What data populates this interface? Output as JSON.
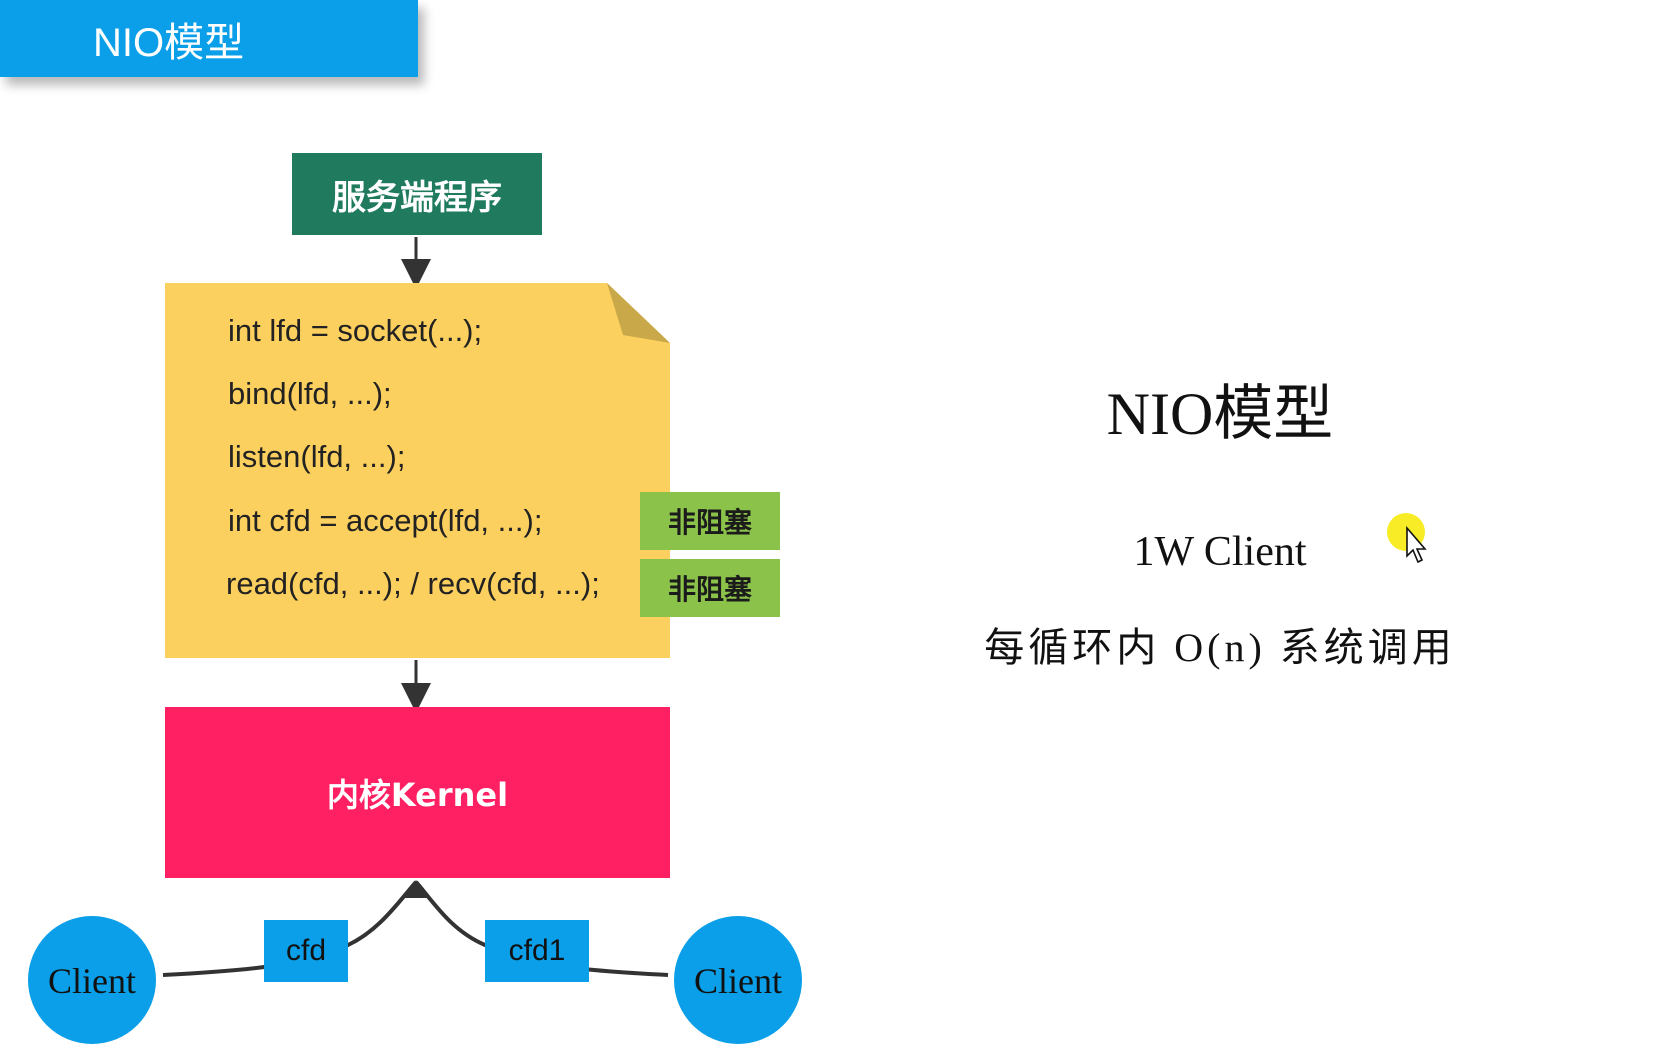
{
  "title_bar": {
    "label": "NIO模型"
  },
  "diagram": {
    "server_label": "服务端程序",
    "code_lines": [
      "int lfd = socket(...);",
      "bind(lfd, ...);",
      "listen(lfd, ...);",
      "int cfd = accept(lfd, ...);",
      "read(cfd, ...); / recv(cfd, ...);"
    ],
    "tags": [
      "非阻塞",
      "非阻塞"
    ],
    "kernel_label": "内核Kernel",
    "fd_labels": [
      "cfd",
      "cfd1"
    ],
    "client_labels": [
      "Client",
      "Client"
    ]
  },
  "right_panel": {
    "title": "NIO模型",
    "line1": "1W Client",
    "line2": "每循环内 O(n) 系统调用"
  },
  "colors": {
    "title_blue": "#0a9fe8",
    "server_green": "#1f7a5e",
    "note_yellow": "#fcd05e",
    "tag_green": "#8bc34a",
    "kernel_pink": "#ff1f63",
    "cursor_highlight": "#f7e900"
  }
}
